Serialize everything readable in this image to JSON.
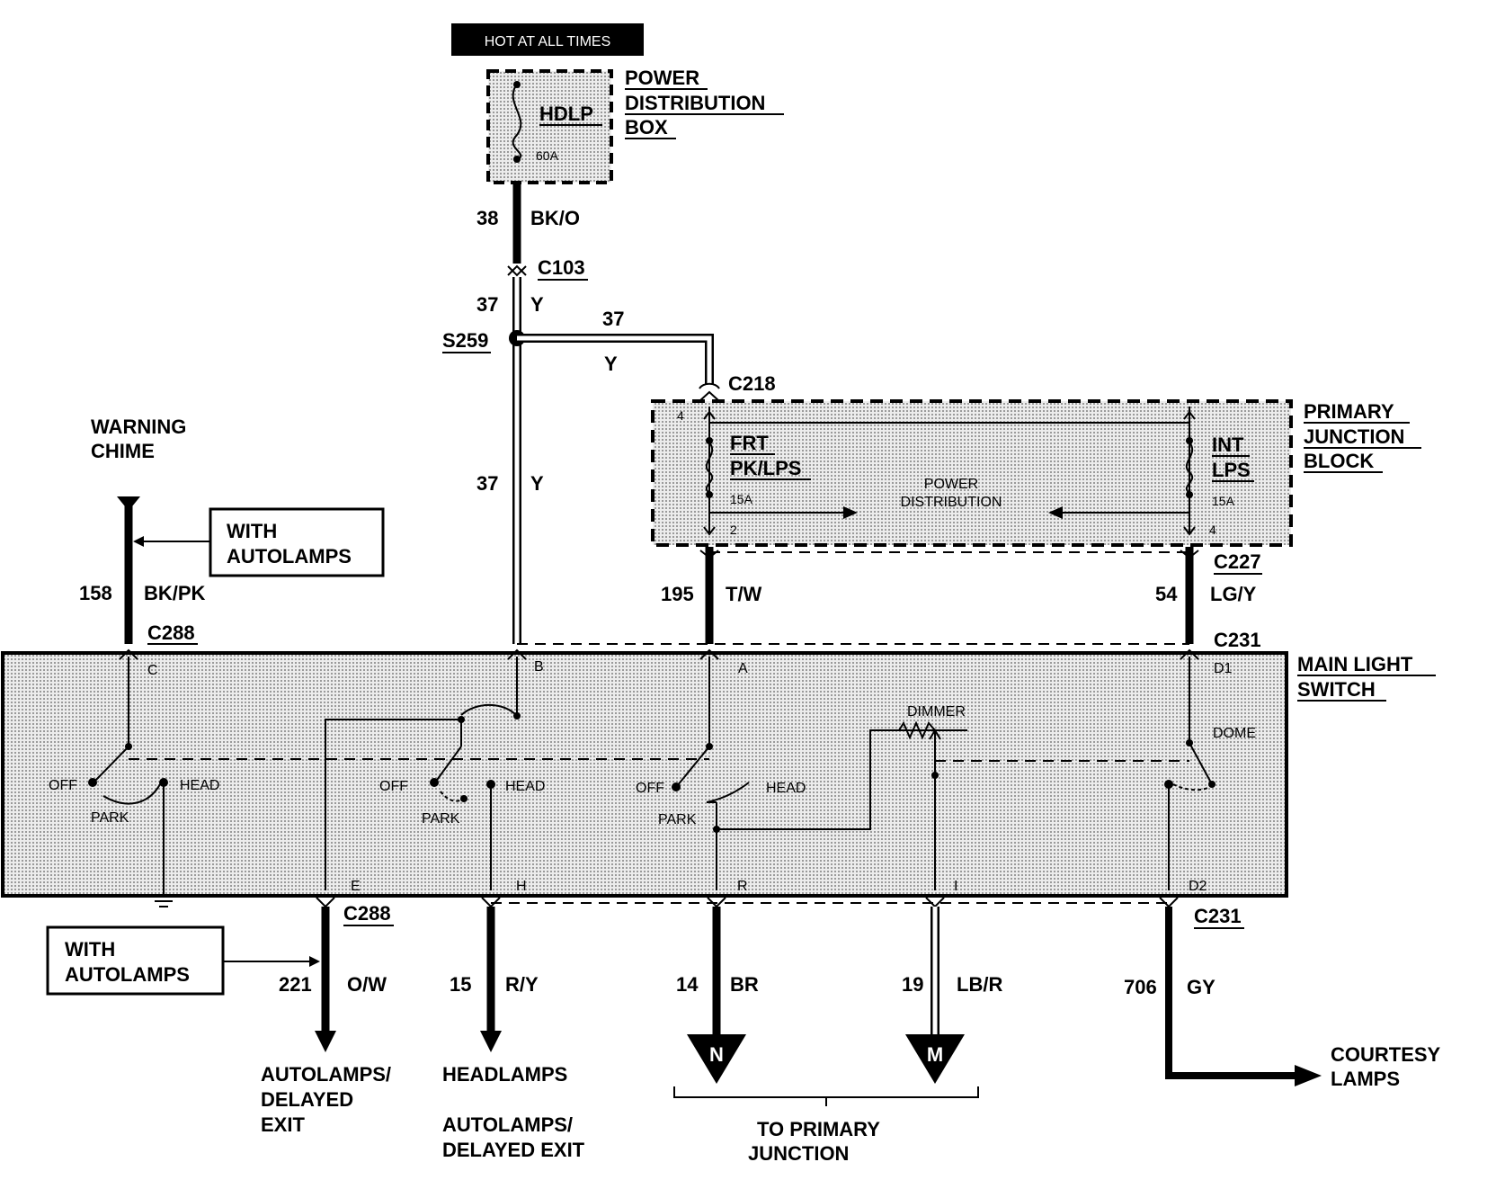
{
  "power": {
    "hot_label": "HOT AT ALL TIMES",
    "pdb_title": [
      "POWER",
      "DISTRIBUTION",
      "BOX"
    ],
    "fuse_name": "HDLP",
    "fuse_rating": "60A"
  },
  "wires": {
    "w38": {
      "num": "38",
      "color": "BK/O"
    },
    "w37a": {
      "num": "37",
      "color": "Y"
    },
    "w37b": {
      "num": "37",
      "color": "Y"
    },
    "w37c": {
      "num": "37",
      "color": "Y"
    },
    "w158": {
      "num": "158",
      "color": "BK/PK"
    },
    "w195": {
      "num": "195",
      "color": "T/W"
    },
    "w54": {
      "num": "54",
      "color": "LG/Y"
    },
    "w221": {
      "num": "221",
      "color": "O/W"
    },
    "w15": {
      "num": "15",
      "color": "R/Y"
    },
    "w14": {
      "num": "14",
      "color": "BR"
    },
    "w19": {
      "num": "19",
      "color": "LB/R"
    },
    "w706": {
      "num": "706",
      "color": "GY"
    }
  },
  "connectors": {
    "c103": "C103",
    "s259": "S259",
    "c218": "C218",
    "c227": "C227",
    "c231_top": "C231",
    "c288_top": "C288",
    "c288_bot": "C288",
    "c231_bot": "C231"
  },
  "pjb": {
    "title": [
      "PRIMARY",
      "JUNCTION",
      "BLOCK"
    ],
    "fuse_left": [
      "FRT",
      "PK/LPS"
    ],
    "fuse_left_rating": "15A",
    "fuse_right": [
      "INT",
      "LPS"
    ],
    "fuse_right_rating": "15A",
    "center": [
      "POWER",
      "DISTRIBUTION"
    ],
    "pin_tl": "4",
    "pin_bl": "2",
    "pin_br": "4"
  },
  "warning_chime": [
    "WARNING",
    "CHIME"
  ],
  "autolamps_note": [
    "WITH",
    "AUTOLAMPS"
  ],
  "switch": {
    "title": [
      "MAIN LIGHT",
      "SWITCH"
    ],
    "pins_top": {
      "c": "C",
      "b": "B",
      "a": "A",
      "d1": "D1"
    },
    "pins_bot": {
      "e": "E",
      "h": "H",
      "r": "R",
      "i": "I",
      "d2": "D2"
    },
    "off": "OFF",
    "park": "PARK",
    "head": "HEAD",
    "dimmer": "DIMMER",
    "dome": "DOME"
  },
  "outputs": {
    "autolamps_exit": [
      "AUTOLAMPS/",
      "DELAYED",
      "EXIT"
    ],
    "headlamps": "HEADLAMPS",
    "autolamps_exit2": [
      "AUTOLAMPS/",
      "DELAYED EXIT"
    ],
    "to_primary": [
      "TO PRIMARY",
      "JUNCTION"
    ],
    "courtesy": [
      "COURTESY",
      "LAMPS"
    ],
    "arrow_n": "N",
    "arrow_m": "M"
  }
}
